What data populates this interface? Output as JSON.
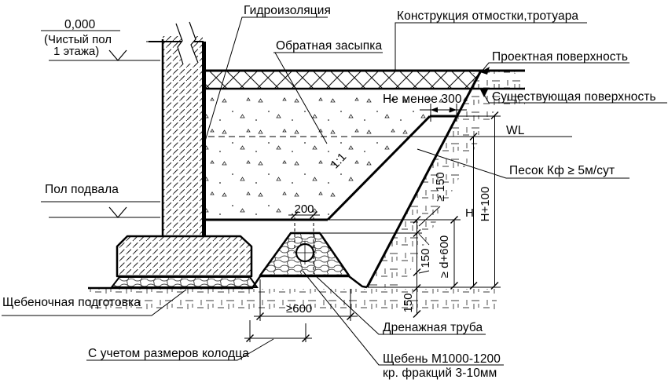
{
  "drawing": {
    "labels": {
      "elevation_zero": "0,000",
      "elevation_zero_note1": "(Чистый пол",
      "elevation_zero_note2": "1 этажа)",
      "waterproofing": "Гидроизоляция",
      "backfill": "Обратная засыпка",
      "pavement": "Конструкция отмостки,тротуара",
      "design_surface": "Проектная поверхность",
      "existing_surface": "Существующая поверхность",
      "water_level": "WL",
      "sand": "Песок Кф ≥ 5м/сут",
      "basement_floor": "Пол подвала",
      "slope": "1:1",
      "rubble_base": "Щебеночная подготовка",
      "well_note": "С учетом размеров колодца",
      "drain_pipe": "Дренажная труба",
      "gravel_line1": "Щебень М1000-1200",
      "gravel_line2": "кр. фракций 3-10мм"
    },
    "dimensions": {
      "min_300": "Не менее 300",
      "dim_200": "200",
      "dim_ge150": "≥ 150",
      "dim_150_upper": "150",
      "dim_d600": "≥ d+600",
      "dim_h": "Н",
      "dim_h100": "Н+100",
      "dim_150_lower": "150",
      "dim_ge600": "≥600"
    },
    "colors": {
      "ink": "#000000",
      "paper": "#ffffff"
    }
  }
}
